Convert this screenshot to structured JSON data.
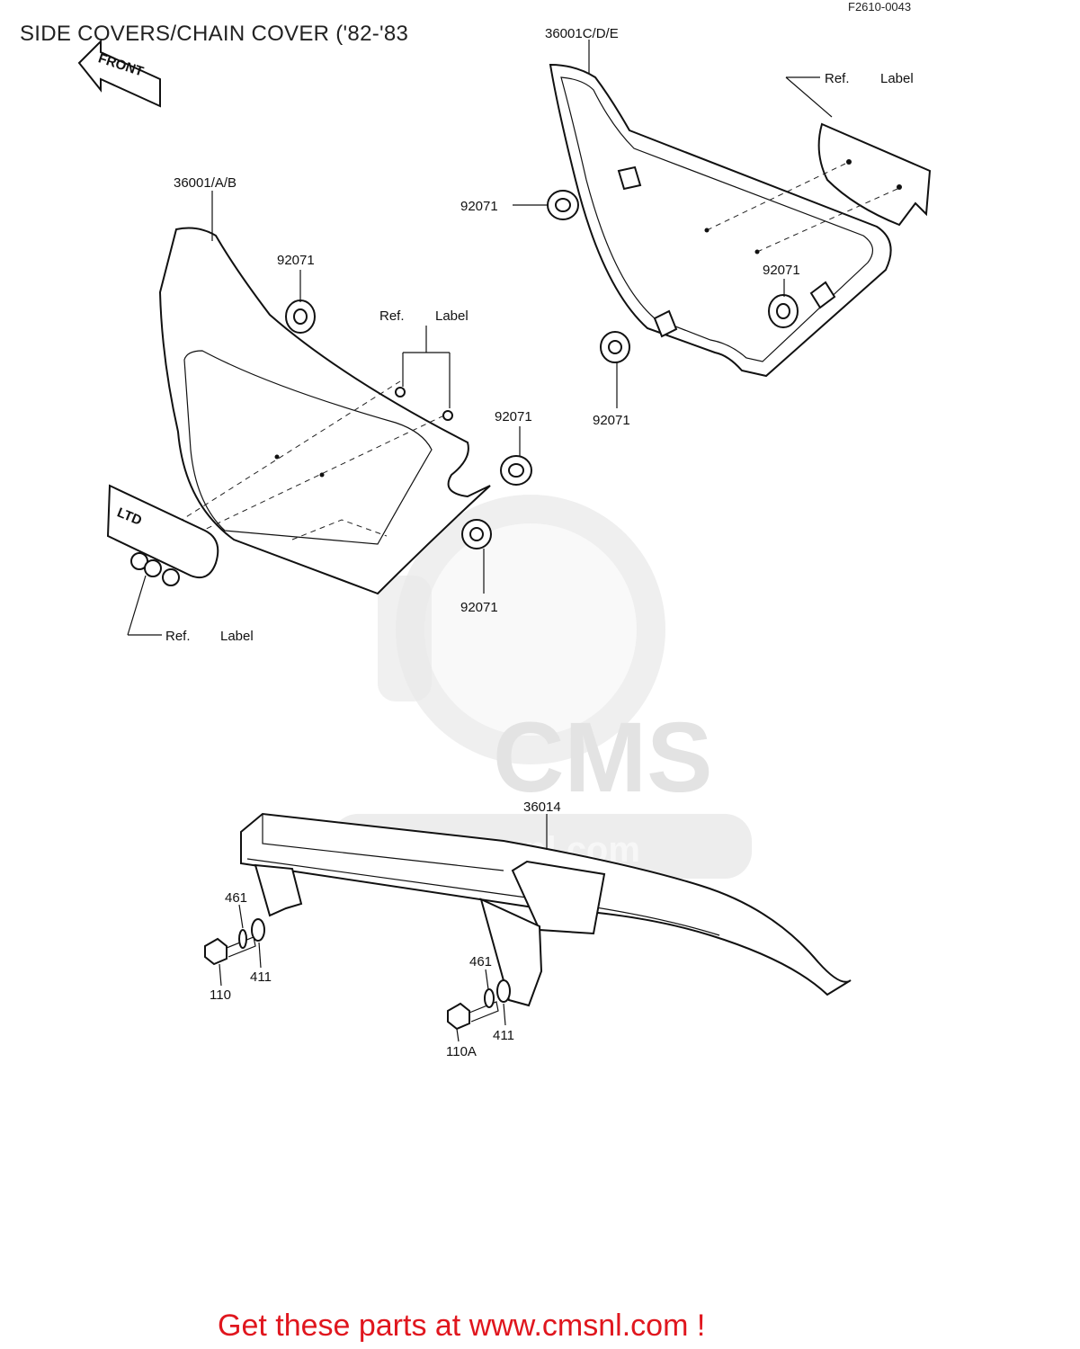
{
  "header": {
    "title": "SIDE COVERS/CHAIN COVER ('82-'83",
    "figure_code": "F2610-0043"
  },
  "front_arrow_text": "FRONT",
  "emblem_text": "LTD",
  "watermark": {
    "brand": "CMS",
    "url": "www.cmsnl.com"
  },
  "callouts": {
    "side_cover_left": "36001/A/B",
    "side_cover_right": "36001C/D/E",
    "chain_cover": "36014",
    "grommet": "92071",
    "ref_word": "Ref.",
    "label_word": "Label",
    "bolt_1": "110",
    "bolt_2": "110A",
    "lock_washer": "461",
    "washer": "411"
  },
  "footer": {
    "text": "Get these parts at www.cmsnl.com !",
    "color": "#e0161e"
  }
}
